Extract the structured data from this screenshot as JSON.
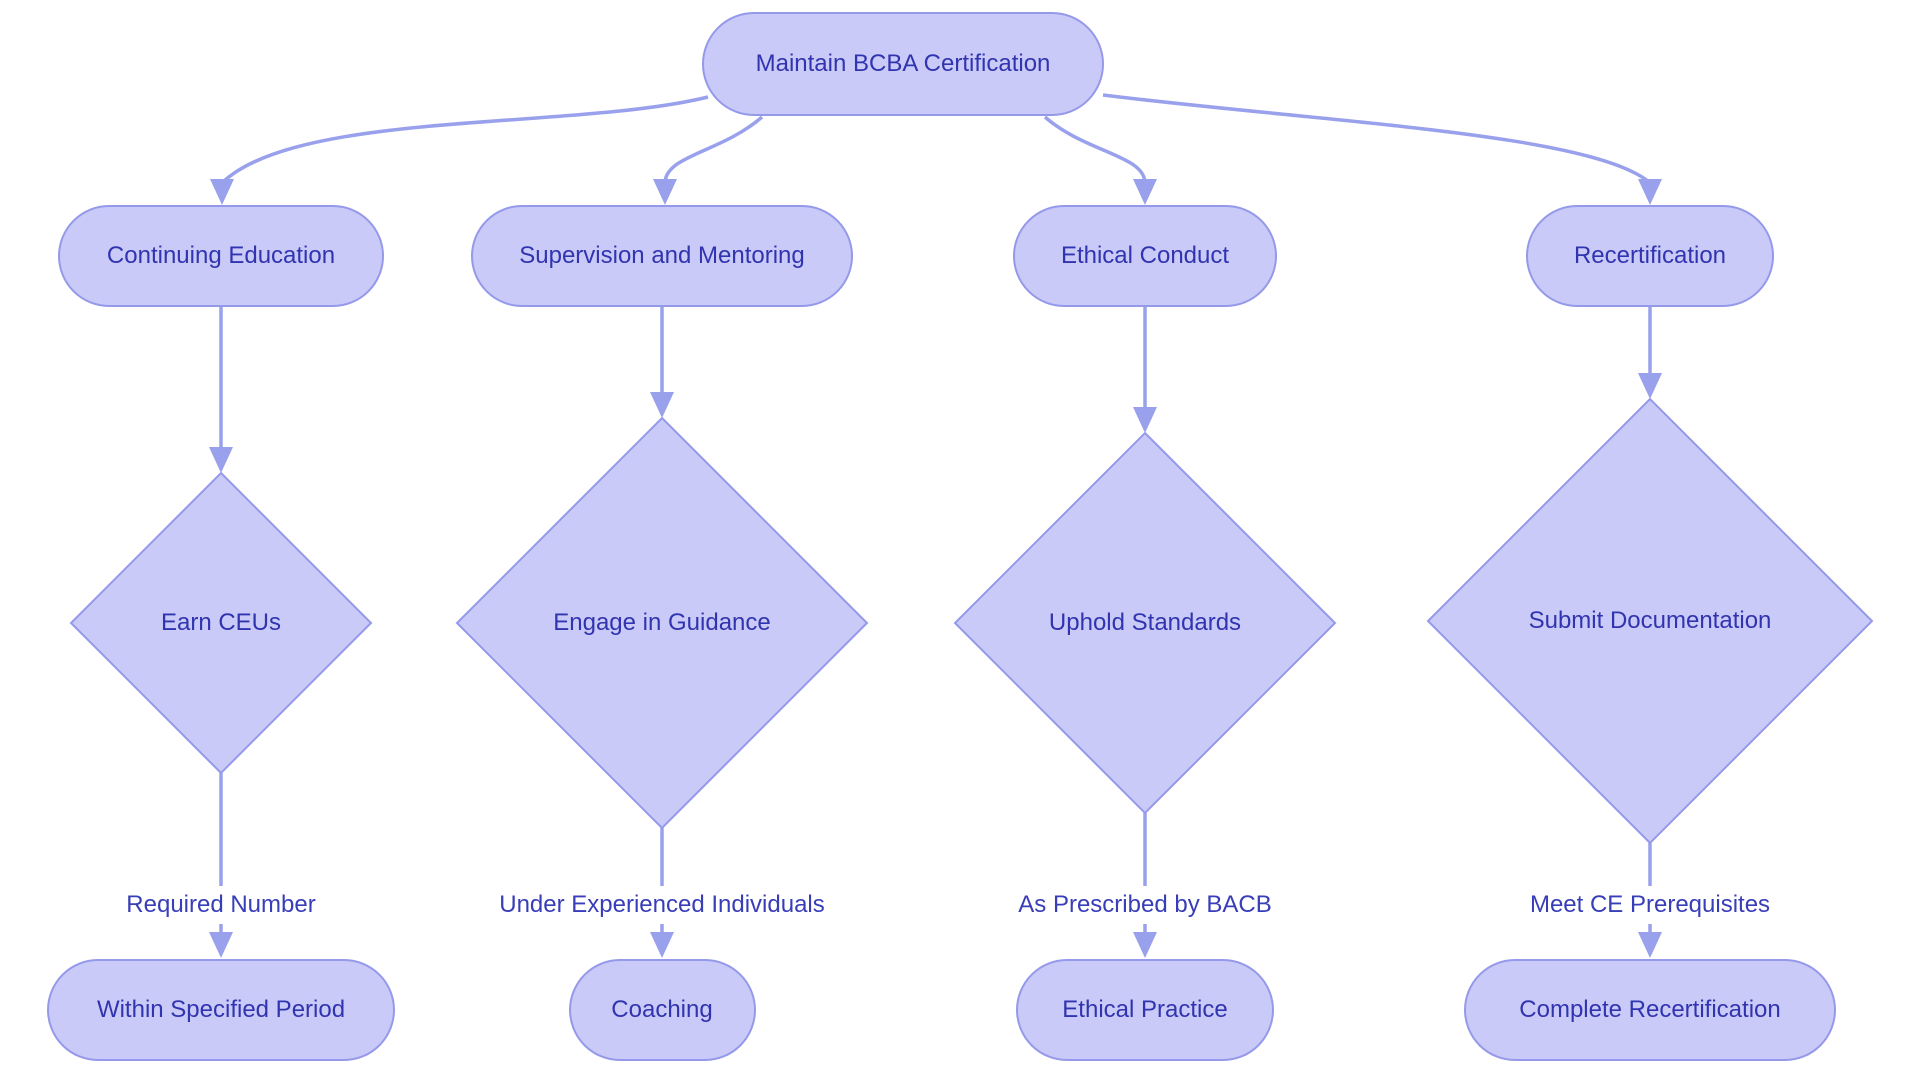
{
  "theme": {
    "node_fill": "#c9caf8",
    "node_border": "#9599ea",
    "node_text": "#3134af",
    "edge_color": "#99a0ec",
    "edge_label_text": "#383db8",
    "background": "#ffffff"
  },
  "flowchart": {
    "root": {
      "label": "Maintain BCBA Certification"
    },
    "branches": [
      {
        "category": {
          "label": "Continuing Education"
        },
        "decision": {
          "label": "Earn CEUs"
        },
        "edge_label": "Required Number",
        "outcome": {
          "label": "Within Specified Period"
        }
      },
      {
        "category": {
          "label": "Supervision and Mentoring"
        },
        "decision": {
          "label": "Engage in Guidance"
        },
        "edge_label": "Under Experienced Individuals",
        "outcome": {
          "label": "Coaching"
        }
      },
      {
        "category": {
          "label": "Ethical Conduct"
        },
        "decision": {
          "label": "Uphold Standards"
        },
        "edge_label": "As Prescribed by BACB",
        "outcome": {
          "label": "Ethical Practice"
        }
      },
      {
        "category": {
          "label": "Recertification"
        },
        "decision": {
          "label": "Submit Documentation"
        },
        "edge_label": "Meet CE Prerequisites",
        "outcome": {
          "label": "Complete Recertification"
        }
      }
    ]
  }
}
